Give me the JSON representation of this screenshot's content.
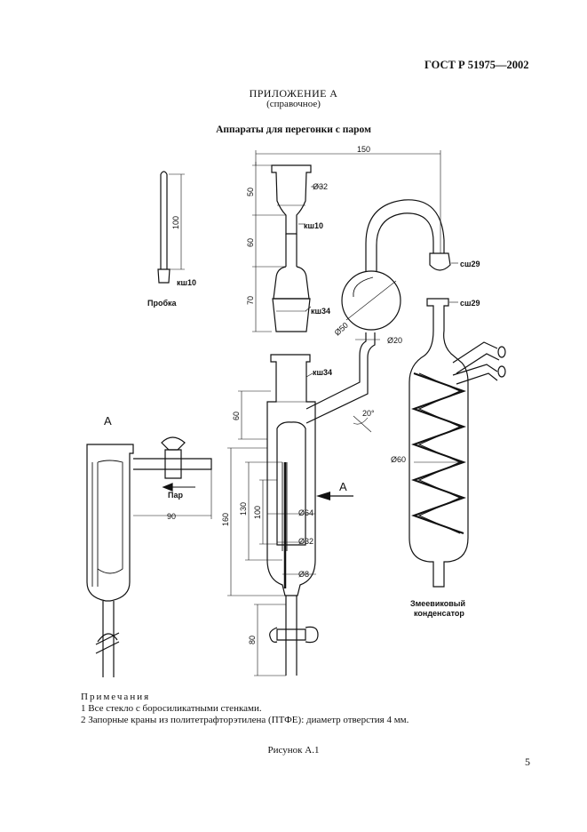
{
  "header": {
    "doc_number": "ГОСТ Р 51975—2002"
  },
  "appendix": {
    "title": "ПРИЛОЖЕНИЕ А",
    "subtitle": "(справочное)"
  },
  "figure": {
    "caption": "Аппараты для перегонки с паром",
    "label": "Рисунок А.1",
    "labels": {
      "dim_150": "150",
      "dim_50": "50",
      "dim_60a": "60",
      "dim_70": "70",
      "dim_100a": "100",
      "dim_60b": "60",
      "dim_130": "130",
      "dim_160": "160",
      "dim_100b": "100",
      "dim_80": "80",
      "dim_90": "90",
      "d32a": "Ø32",
      "d32b": "Ø32",
      "d50": "Ø50",
      "d20": "Ø20",
      "d60": "Ø60",
      "d64": "Ø64",
      "d8": "Ø8",
      "angle": "20°",
      "ksh10a": "кш10",
      "ksh10b": "кш10",
      "ksh34a": "кш34",
      "ksh34b": "кш34",
      "ssh29a": "сш29",
      "ssh29b": "сш29",
      "probka": "Пробка",
      "par": "Пар",
      "view_a1": "А",
      "view_a2": "А",
      "condenser_l1": "Змеевиковый",
      "condenser_l2": "конденсатор"
    }
  },
  "notes": {
    "heading": "Примечания",
    "items": [
      "1  Все стекло с боросиликатными стенками.",
      "2  Запорные краны из политетрафторэтилена (ПТФЕ): диаметр отверстия 4 мм."
    ]
  },
  "page": {
    "number": "5"
  }
}
